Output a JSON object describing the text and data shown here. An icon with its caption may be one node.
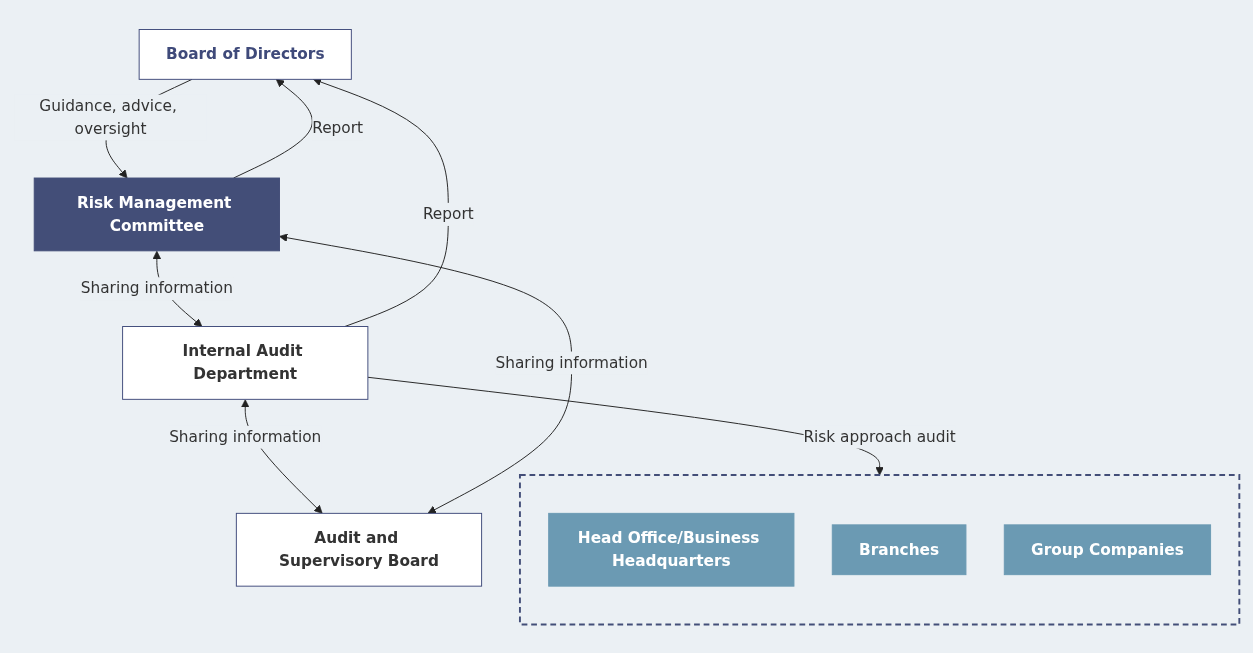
{
  "diagram": {
    "nodes": [
      {
        "text": [
          "Board of Directors"
        ]
      },
      {
        "text": [
          "Audit and Supervisory Board"
        ]
      },
      {
        "text": [
          "Risk Management Committee"
        ]
      },
      {
        "text": [
          "Internal Audit Department"
        ]
      },
      {
        "text": [],
        "shape": "box"
      },
      {
        "text": [
          "Head Office/Business Headquarters"
        ],
        "in": 4
      },
      {
        "text": [
          "Branches"
        ],
        "in": 4
      },
      {
        "text": [
          "Group Companies"
        ],
        "in": 4
      }
    ],
    "edges": [
      {
        "from": 3,
        "to": 0,
        "arrow": "to",
        "label": "Report"
      },
      {
        "from": 0,
        "to": 2,
        "arrow": "to",
        "label": "Guidance, advice, oversight"
      },
      {
        "from": 2,
        "to": 0,
        "arrow": "to",
        "label": "Report"
      },
      {
        "from": 3,
        "to": 1,
        "arrow": "both",
        "label": "Sharing information"
      },
      {
        "from": 1,
        "to": 2,
        "arrow": "both",
        "label": "Sharing information"
      },
      {
        "from": 2,
        "to": 3,
        "arrow": "both",
        "label": "Sharing information"
      },
      {
        "from": 3,
        "to": 4,
        "arrow": "to",
        "label": "Risk approach audit"
      }
    ]
  }
}
